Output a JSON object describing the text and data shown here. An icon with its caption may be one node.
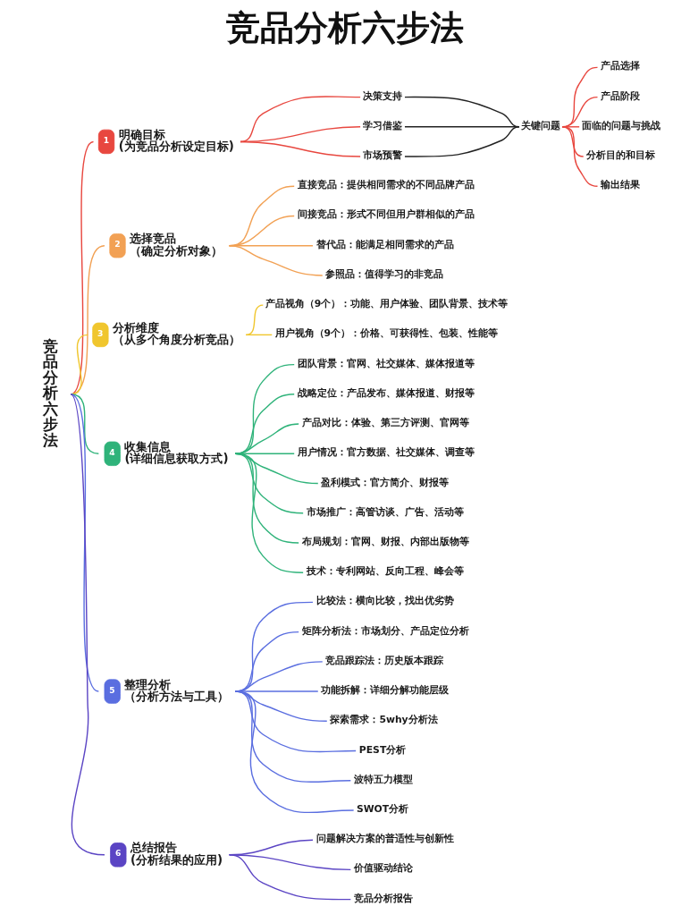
{
  "diagram": {
    "title": "竞品分析六步法",
    "nodes": [
      {
        "text": [
          "竞品分析六步法"
        ]
      },
      {
        "text": [
          "1"
        ],
        "beside": [
          "明确目标",
          "(为竞品分析设定目标)"
        ]
      },
      {
        "text": [
          "决策支持"
        ]
      },
      {
        "text": [
          "学习借鉴"
        ]
      },
      {
        "text": [
          "市场预警"
        ]
      },
      {
        "text": [
          "关键问题"
        ]
      },
      {
        "text": [
          "产品选择"
        ]
      },
      {
        "text": [
          "产品阶段"
        ]
      },
      {
        "text": [
          "面临的问题与挑战"
        ]
      },
      {
        "text": [
          "分析目的和目标"
        ]
      },
      {
        "text": [
          "输出结果"
        ]
      },
      {
        "text": [
          "2"
        ],
        "beside": [
          "选择竞品",
          "（确定分析对象）"
        ]
      },
      {
        "text": [
          "直接竞品：提供相同需求的不同品牌产品"
        ]
      },
      {
        "text": [
          "间接竞品：形式不同但用户群相似的产品"
        ]
      },
      {
        "text": [
          "替代品：能满足相同需求的产品"
        ]
      },
      {
        "text": [
          "参照品：值得学习的非竞品"
        ]
      },
      {
        "text": [
          "3"
        ],
        "beside": [
          "分析维度",
          "（从多个角度分析竞品）"
        ]
      },
      {
        "text": [
          "产品视角（9个）：功能、用户体验、团队背景、技术等"
        ]
      },
      {
        "text": [
          "用户视角（9个）：价格、可获得性、包装、性能等"
        ]
      },
      {
        "text": [
          "4"
        ],
        "beside": [
          "收集信息",
          "(详细信息获取方式)"
        ]
      },
      {
        "text": [
          "团队背景：官网、社交媒体、媒体报道等"
        ]
      },
      {
        "text": [
          "战略定位：产品发布、媒体报道、财报等"
        ]
      },
      {
        "text": [
          "产品对比：体验、第三方评测、官网等"
        ]
      },
      {
        "text": [
          "用户情况：官方数据、社交媒体、调查等"
        ]
      },
      {
        "text": [
          "盈利模式：官方简介、财报等"
        ]
      },
      {
        "text": [
          "市场推广：高管访谈、广告、活动等"
        ]
      },
      {
        "text": [
          "布局规划：官网、财报、内部出版物等"
        ]
      },
      {
        "text": [
          "技术：专利网站、反向工程、峰会等"
        ]
      },
      {
        "text": [
          "5"
        ],
        "beside": [
          "整理分析",
          "（分析方法与工具）"
        ]
      },
      {
        "text": [
          "比较法：横向比较，找出优劣势"
        ]
      },
      {
        "text": [
          "矩阵分析法：市场划分、产品定位分析"
        ]
      },
      {
        "text": [
          "竞品跟踪法：历史版本跟踪"
        ]
      },
      {
        "text": [
          "功能拆解：详细分解功能层级"
        ]
      },
      {
        "text": [
          "探索需求：5why分析法"
        ]
      },
      {
        "text": [
          "PEST分析"
        ]
      },
      {
        "text": [
          "波特五力模型"
        ]
      },
      {
        "text": [
          "SWOT分析"
        ]
      },
      {
        "text": [
          "6"
        ],
        "beside": [
          "总结报告",
          "(分析结果的应用)"
        ]
      },
      {
        "text": [
          "问题解决方案的普适性与创新性"
        ]
      },
      {
        "text": [
          "价值驱动结论"
        ]
      },
      {
        "text": [
          "竞品分析报告"
        ]
      }
    ],
    "edges": [
      {
        "from": 0,
        "to": 1,
        "arrow": "none",
        "color": "#e8473f"
      },
      {
        "from": 1,
        "to": 2,
        "arrow": "none",
        "color": "#e8473f"
      },
      {
        "from": 1,
        "to": 3,
        "arrow": "none",
        "color": "#e8473f"
      },
      {
        "from": 1,
        "to": 4,
        "arrow": "none",
        "color": "#e8473f"
      },
      {
        "from": 2,
        "to": 5,
        "arrow": "none",
        "color": "#222222"
      },
      {
        "from": 3,
        "to": 5,
        "arrow": "none",
        "color": "#222222"
      },
      {
        "from": 4,
        "to": 5,
        "arrow": "none",
        "color": "#222222"
      },
      {
        "from": 5,
        "to": 6,
        "arrow": "none",
        "color": "#e8473f"
      },
      {
        "from": 5,
        "to": 7,
        "arrow": "none",
        "color": "#e8473f"
      },
      {
        "from": 5,
        "to": 8,
        "arrow": "none",
        "color": "#e8473f"
      },
      {
        "from": 5,
        "to": 9,
        "arrow": "none",
        "color": "#e8473f"
      },
      {
        "from": 5,
        "to": 10,
        "arrow": "none",
        "color": "#e8473f"
      },
      {
        "from": 0,
        "to": 11,
        "arrow": "none",
        "color": "#f2a154"
      },
      {
        "from": 11,
        "to": 12,
        "arrow": "none",
        "color": "#f2a154"
      },
      {
        "from": 11,
        "to": 13,
        "arrow": "none",
        "color": "#f2a154"
      },
      {
        "from": 11,
        "to": 14,
        "arrow": "none",
        "color": "#f2a154"
      },
      {
        "from": 11,
        "to": 15,
        "arrow": "none",
        "color": "#f2a154"
      },
      {
        "from": 0,
        "to": 16,
        "arrow": "none",
        "color": "#f0c62e"
      },
      {
        "from": 16,
        "to": 17,
        "arrow": "none",
        "color": "#f0c62e"
      },
      {
        "from": 16,
        "to": 18,
        "arrow": "none",
        "color": "#f0c62e"
      },
      {
        "from": 0,
        "to": 19,
        "arrow": "none",
        "color": "#2fb37a"
      },
      {
        "from": 19,
        "to": 20,
        "arrow": "none",
        "color": "#2fb37a"
      },
      {
        "from": 19,
        "to": 21,
        "arrow": "none",
        "color": "#2fb37a"
      },
      {
        "from": 19,
        "to": 22,
        "arrow": "none",
        "color": "#2fb37a"
      },
      {
        "from": 19,
        "to": 23,
        "arrow": "none",
        "color": "#2fb37a"
      },
      {
        "from": 19,
        "to": 24,
        "arrow": "none",
        "color": "#2fb37a"
      },
      {
        "from": 19,
        "to": 25,
        "arrow": "none",
        "color": "#2fb37a"
      },
      {
        "from": 19,
        "to": 26,
        "arrow": "none",
        "color": "#2fb37a"
      },
      {
        "from": 19,
        "to": 27,
        "arrow": "none",
        "color": "#2fb37a"
      },
      {
        "from": 0,
        "to": 28,
        "arrow": "none",
        "color": "#5a6ee0"
      },
      {
        "from": 28,
        "to": 29,
        "arrow": "none",
        "color": "#5a6ee0"
      },
      {
        "from": 28,
        "to": 30,
        "arrow": "none",
        "color": "#5a6ee0"
      },
      {
        "from": 28,
        "to": 31,
        "arrow": "none",
        "color": "#5a6ee0"
      },
      {
        "from": 28,
        "to": 32,
        "arrow": "none",
        "color": "#5a6ee0"
      },
      {
        "from": 28,
        "to": 33,
        "arrow": "none",
        "color": "#5a6ee0"
      },
      {
        "from": 28,
        "to": 34,
        "arrow": "none",
        "color": "#5a6ee0"
      },
      {
        "from": 28,
        "to": 35,
        "arrow": "none",
        "color": "#5a6ee0"
      },
      {
        "from": 28,
        "to": 36,
        "arrow": "none",
        "color": "#5a6ee0"
      },
      {
        "from": 0,
        "to": 37,
        "arrow": "none",
        "color": "#5b45c4"
      },
      {
        "from": 37,
        "to": 38,
        "arrow": "none",
        "color": "#5b45c4"
      },
      {
        "from": 37,
        "to": 39,
        "arrow": "none",
        "color": "#5b45c4"
      },
      {
        "from": 37,
        "to": 40,
        "arrow": "none",
        "color": "#5b45c4"
      }
    ]
  }
}
